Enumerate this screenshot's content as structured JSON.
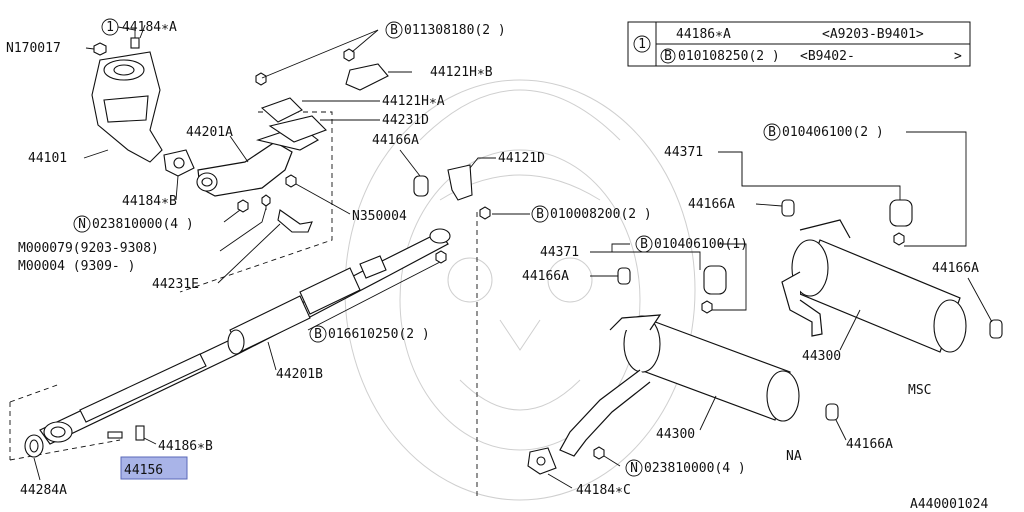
{
  "diagram_id": "A440001024",
  "selected_part": "44156",
  "legend": {
    "circle_number": "1",
    "row1_part": "44186∗A",
    "row1_range": "<A9203-B9401>",
    "row2_marker": "B",
    "row2_part": "010108250(2 )",
    "row2_range": "<B9402-",
    "row2_tail": ">"
  },
  "markers": {
    "bolt_b": "B",
    "nut_n": "N",
    "one": "1"
  },
  "labels": {
    "p_44184A": "44184∗A",
    "p_N170017": "N170017",
    "p_44101": "44101",
    "p_44184B": "44184∗B",
    "p_023810000_top": "023810000(4 )",
    "p_M000079": "M000079(9203-9308)",
    "p_M00004": "M00004 (9309- )",
    "p_44231E": "44231E",
    "p_44201A": "44201A",
    "p_011308180": "011308180(2 )",
    "p_44121HB": "44121H∗B",
    "p_44121HA": "44121H∗A",
    "p_44231D": "44231D",
    "p_44166A_top": "44166A",
    "p_44121D": "44121D",
    "p_N350004": "N350004",
    "p_010008200": "010008200(2 )",
    "p_016610250": "016610250(2 )",
    "p_44201B": "44201B",
    "p_44186B": "44186∗B",
    "p_44156": "44156",
    "p_44284A": "44284A",
    "p_44371_top": "44371",
    "p_010406100_2": "010406100(2 )",
    "p_44166A_msc_left": "44166A",
    "p_44166A_msc_right": "44166A",
    "p_44371_mid": "44371",
    "p_010406100_1": "010406100(1)",
    "p_44166A_na_left": "44166A",
    "p_44300_msc": "44300",
    "p_MSC": "MSC",
    "p_44300_na": "44300",
    "p_NA": "NA",
    "p_44166A_na_right": "44166A",
    "p_023810000_bottom": "023810000(4 )",
    "p_44184C": "44184∗C"
  }
}
